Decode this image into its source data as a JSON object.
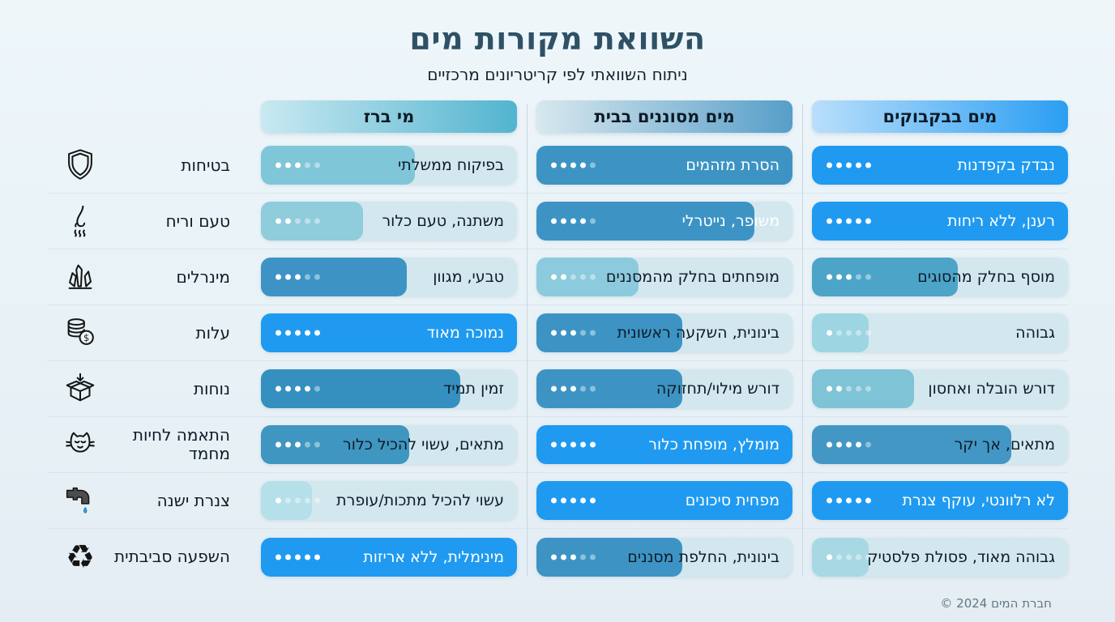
{
  "header": {
    "title": "השוואת מקורות מים",
    "subtitle": "ניתוח השוואתי לפי קריטריונים מרכזיים"
  },
  "footer": {
    "copyright": "© 2024 חברת המים"
  },
  "palette": {
    "background": "#e9f3f7",
    "title_color": "#2e5166",
    "track_color": "#d3e7ee",
    "bright_blue": "#1f9af0",
    "steel_blue": "#3d94c4"
  },
  "columns": [
    {
      "id": "tap",
      "label": "מי ברז",
      "gradient_from": "#c9e9f1",
      "gradient_to": "#52b4cf"
    },
    {
      "id": "filtered",
      "label": "מים מסוננים בבית",
      "gradient_from": "#d8e8ee",
      "gradient_to": "#569ec9"
    },
    {
      "id": "bottled",
      "label": "מים בבקבוקים",
      "gradient_from": "#b9dffb",
      "gradient_to": "#2b9ef2"
    }
  ],
  "chart_data": {
    "type": "table",
    "title": "השוואת מקורות מים",
    "subtitle": "ניתוח השוואתי לפי קריטריונים מרכזיים",
    "rating_scale": "dots out of 5",
    "columns": [
      "מי ברז",
      "מים מסוננים בבית",
      "מים בבקבוקים"
    ],
    "rows": [
      {
        "criterion": "בטיחות",
        "icon": "shield-icon",
        "cells": [
          {
            "column": "מי ברז",
            "text": "בפיקוח ממשלתי",
            "rating": 3,
            "fill_pct": 60,
            "fill_color": "#7fc6d9",
            "text_light": false
          },
          {
            "column": "מים מסוננים בבית",
            "text": "הסרת מזהמים",
            "rating": 4,
            "fill_pct": 100,
            "fill_color": "#3d94c4",
            "text_light": true
          },
          {
            "column": "מים בבקבוקים",
            "text": "נבדק בקפדנות",
            "rating": 5,
            "fill_pct": 100,
            "fill_color": "#1f9af0",
            "text_light": true
          }
        ]
      },
      {
        "criterion": "טעם וריח",
        "icon": "nose-icon",
        "cells": [
          {
            "column": "מי ברז",
            "text": "משתנה, טעם כלור",
            "rating": 2,
            "fill_pct": 40,
            "fill_color": "#8fccdc",
            "text_light": false
          },
          {
            "column": "מים מסוננים בבית",
            "text": "משופר, נייטרלי",
            "rating": 4,
            "fill_pct": 85,
            "fill_color": "#3d94c4",
            "text_light": true
          },
          {
            "column": "מים בבקבוקים",
            "text": "רענן, ללא ריחות",
            "rating": 5,
            "fill_pct": 100,
            "fill_color": "#1f9af0",
            "text_light": true
          }
        ]
      },
      {
        "criterion": "מינרלים",
        "icon": "crystals-icon",
        "cells": [
          {
            "column": "מי ברז",
            "text": "טבעי, מגוון",
            "rating": 3,
            "fill_pct": 57,
            "fill_color": "#3d94c4",
            "text_light": false
          },
          {
            "column": "מים מסוננים בבית",
            "text": "מופחתים בחלק מהמסננים",
            "rating": 2,
            "fill_pct": 40,
            "fill_color": "#8ccadd",
            "text_light": false
          },
          {
            "column": "מים בבקבוקים",
            "text": "מוסף בחלק מהסוגים",
            "rating": 3,
            "fill_pct": 57,
            "fill_color": "#4da4c9",
            "text_light": false
          }
        ]
      },
      {
        "criterion": "עלות",
        "icon": "coins-icon",
        "cells": [
          {
            "column": "מי ברז",
            "text": "נמוכה מאוד",
            "rating": 5,
            "fill_pct": 100,
            "fill_color": "#1f9af0",
            "text_light": true
          },
          {
            "column": "מים מסוננים בבית",
            "text": "בינונית, השקעה ראשונית",
            "rating": 3,
            "fill_pct": 57,
            "fill_color": "#3d94c4",
            "text_light": false
          },
          {
            "column": "מים בבקבוקים",
            "text": "גבוהה",
            "rating": 1,
            "fill_pct": 22,
            "fill_color": "#9ed5e2",
            "text_light": false
          }
        ]
      },
      {
        "criterion": "נוחות",
        "icon": "box-icon",
        "cells": [
          {
            "column": "מי ברז",
            "text": "זמין תמיד",
            "rating": 4,
            "fill_pct": 78,
            "fill_color": "#3590c0",
            "text_light": false
          },
          {
            "column": "מים מסוננים בבית",
            "text": "דורש מילוי/תחזוקה",
            "rating": 3,
            "fill_pct": 57,
            "fill_color": "#3d94c4",
            "text_light": false
          },
          {
            "column": "מים בבקבוקים",
            "text": "דורש הובלה ואחסון",
            "rating": 2,
            "fill_pct": 40,
            "fill_color": "#7fc3d6",
            "text_light": false
          }
        ]
      },
      {
        "criterion": "התאמה לחיות מחמד",
        "icon": "cat-icon",
        "cells": [
          {
            "column": "מי ברז",
            "text": "מתאים, עשוי להכיל כלור",
            "rating": 3,
            "fill_pct": 58,
            "fill_color": "#3f96c0",
            "text_light": false
          },
          {
            "column": "מים מסוננים בבית",
            "text": "מומלץ, מופחת כלור",
            "rating": 5,
            "fill_pct": 100,
            "fill_color": "#1f9af0",
            "text_light": true
          },
          {
            "column": "מים בבקבוקים",
            "text": "מתאים, אך יקר",
            "rating": 4,
            "fill_pct": 78,
            "fill_color": "#4397c5",
            "text_light": false
          }
        ]
      },
      {
        "criterion": "צנרת ישנה",
        "icon": "faucet-icon",
        "cells": [
          {
            "column": "מי ברז",
            "text": "עשוי להכיל מתכות/עופרת",
            "rating": 1,
            "fill_pct": 20,
            "fill_color": "#b5dfe9",
            "text_light": false
          },
          {
            "column": "מים מסוננים בבית",
            "text": "מפחית סיכונים",
            "rating": 5,
            "fill_pct": 100,
            "fill_color": "#1f9af0",
            "text_light": true
          },
          {
            "column": "מים בבקבוקים",
            "text": "לא רלוונטי, עוקף צנרת",
            "rating": 5,
            "fill_pct": 100,
            "fill_color": "#1f9af0",
            "text_light": true
          }
        ]
      },
      {
        "criterion": "השפעה סביבתית",
        "icon": "recycle-icon",
        "cells": [
          {
            "column": "מי ברז",
            "text": "מינימלית, ללא אריזות",
            "rating": 5,
            "fill_pct": 100,
            "fill_color": "#1f9af0",
            "text_light": true
          },
          {
            "column": "מים מסוננים בבית",
            "text": "בינונית, החלפת מסננים",
            "rating": 3,
            "fill_pct": 57,
            "fill_color": "#3d94c4",
            "text_light": false
          },
          {
            "column": "מים בבקבוקים",
            "text": "גבוהה מאוד, פסולת פלסטיק",
            "rating": 1,
            "fill_pct": 22,
            "fill_color": "#a8d8e4",
            "text_light": false
          }
        ]
      }
    ]
  }
}
